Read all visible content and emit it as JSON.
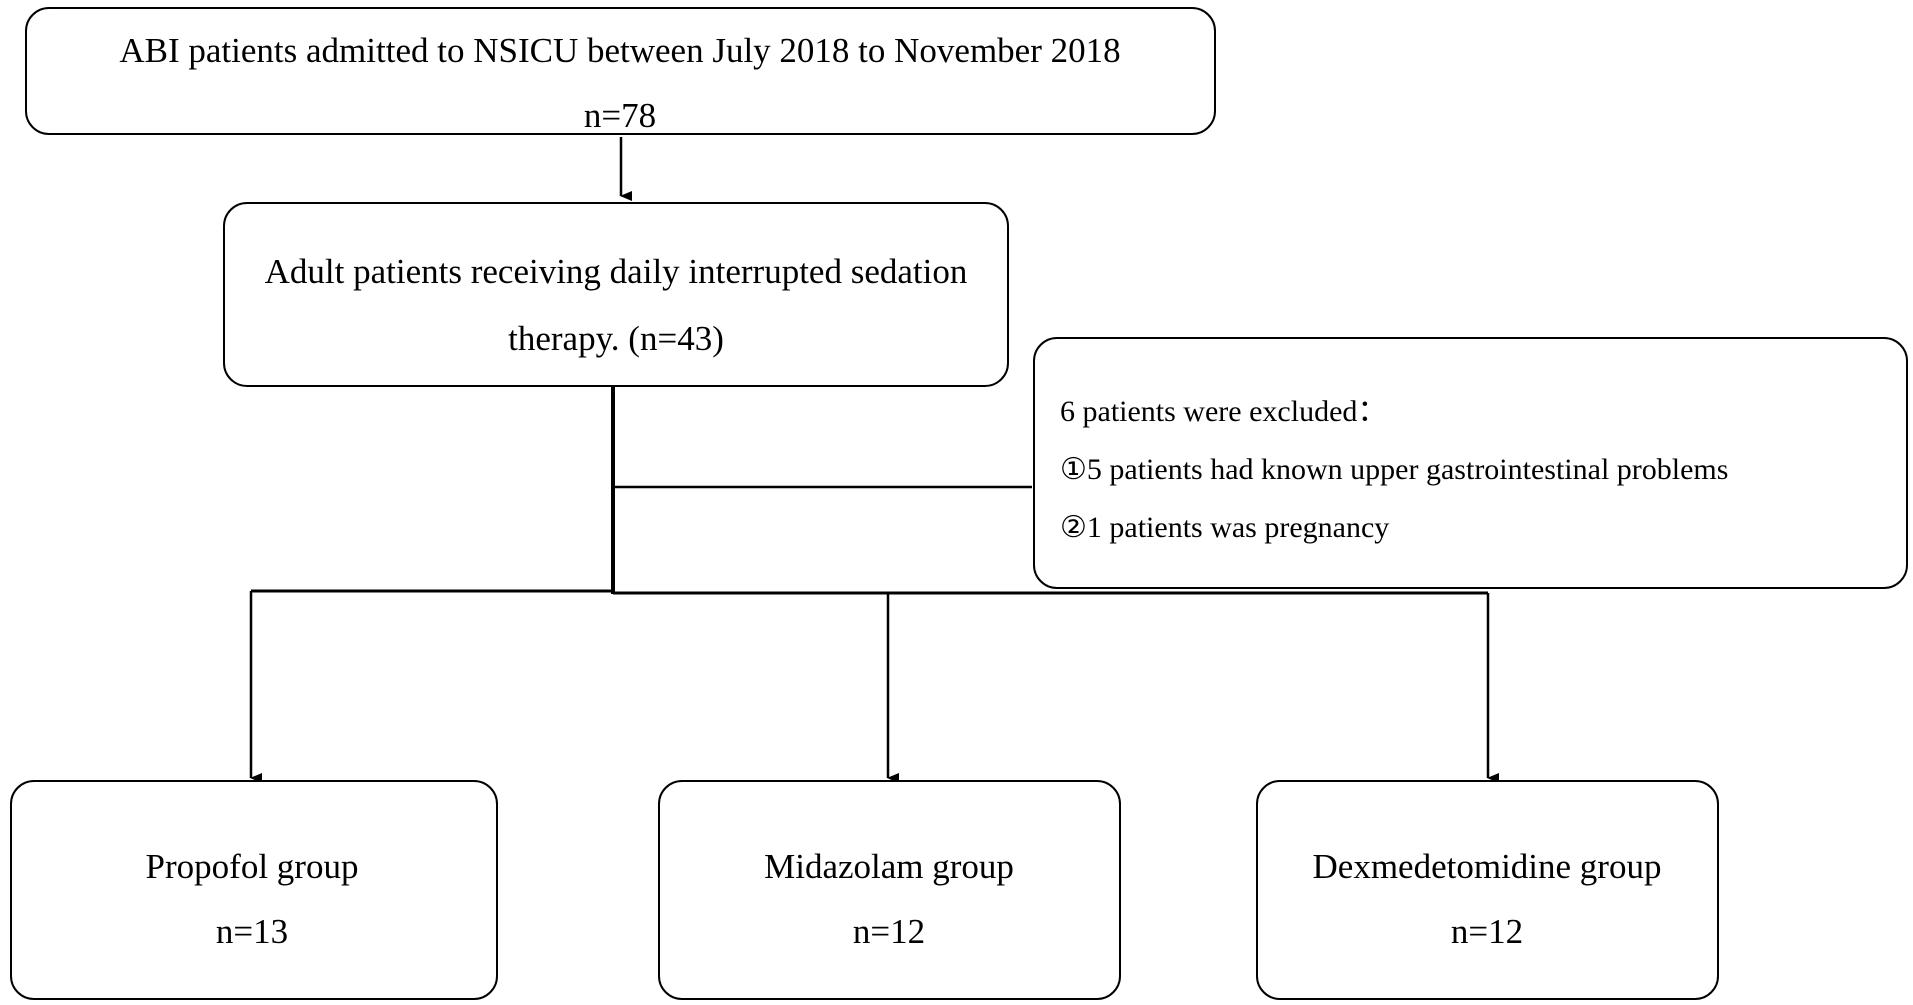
{
  "flowchart": {
    "enrolled": {
      "line1": "ABI patients admitted to NSICU between July 2018 to November 2018",
      "line2": "n=78"
    },
    "eligible": {
      "line1": "Adult patients receiving daily interrupted sedation",
      "line2": "therapy. (n=43)"
    },
    "excluded": {
      "heading": "6 patients were excluded：",
      "reason1": "①5 patients had known upper gastrointestinal problems",
      "reason2": "②1 patients was pregnancy"
    },
    "groups": [
      {
        "name": "Propofol group",
        "n": "n=13"
      },
      {
        "name": "Midazolam group",
        "n": "n=12"
      },
      {
        "name": "Dexmedetomidine group",
        "n": "n=12"
      }
    ]
  }
}
